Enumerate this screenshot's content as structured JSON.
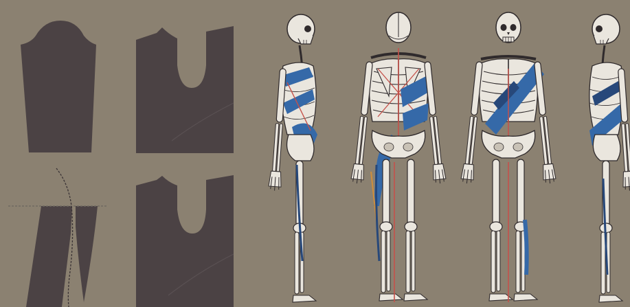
{
  "colors": {
    "background": "#8b8171",
    "pattern_fill": "#4b4244",
    "bone": "#eae6de",
    "bone_shade": "#c9c2b6",
    "outline": "#2f2a2c",
    "wrap_blue": "#3569a8",
    "wrap_blue_dark": "#27487a",
    "axis_red": "#c6514a",
    "axis_orange": "#d08e3a",
    "seam_dotted": "#6f6a63"
  },
  "figures": [
    {
      "id": "pattern-sleeve",
      "icon": "sleeve-pattern-piece"
    },
    {
      "id": "pattern-back-top",
      "icon": "bodice-pattern-piece"
    },
    {
      "id": "pattern-split-panel",
      "icon": "split-pattern-piece"
    },
    {
      "id": "pattern-back-bottom",
      "icon": "bodice-pattern-piece"
    },
    {
      "id": "skeleton-side-left",
      "icon": "skeleton-side-view"
    },
    {
      "id": "skeleton-back",
      "icon": "skeleton-back-view"
    },
    {
      "id": "skeleton-front",
      "icon": "skeleton-front-view"
    },
    {
      "id": "skeleton-side-right",
      "icon": "skeleton-side-view"
    }
  ]
}
